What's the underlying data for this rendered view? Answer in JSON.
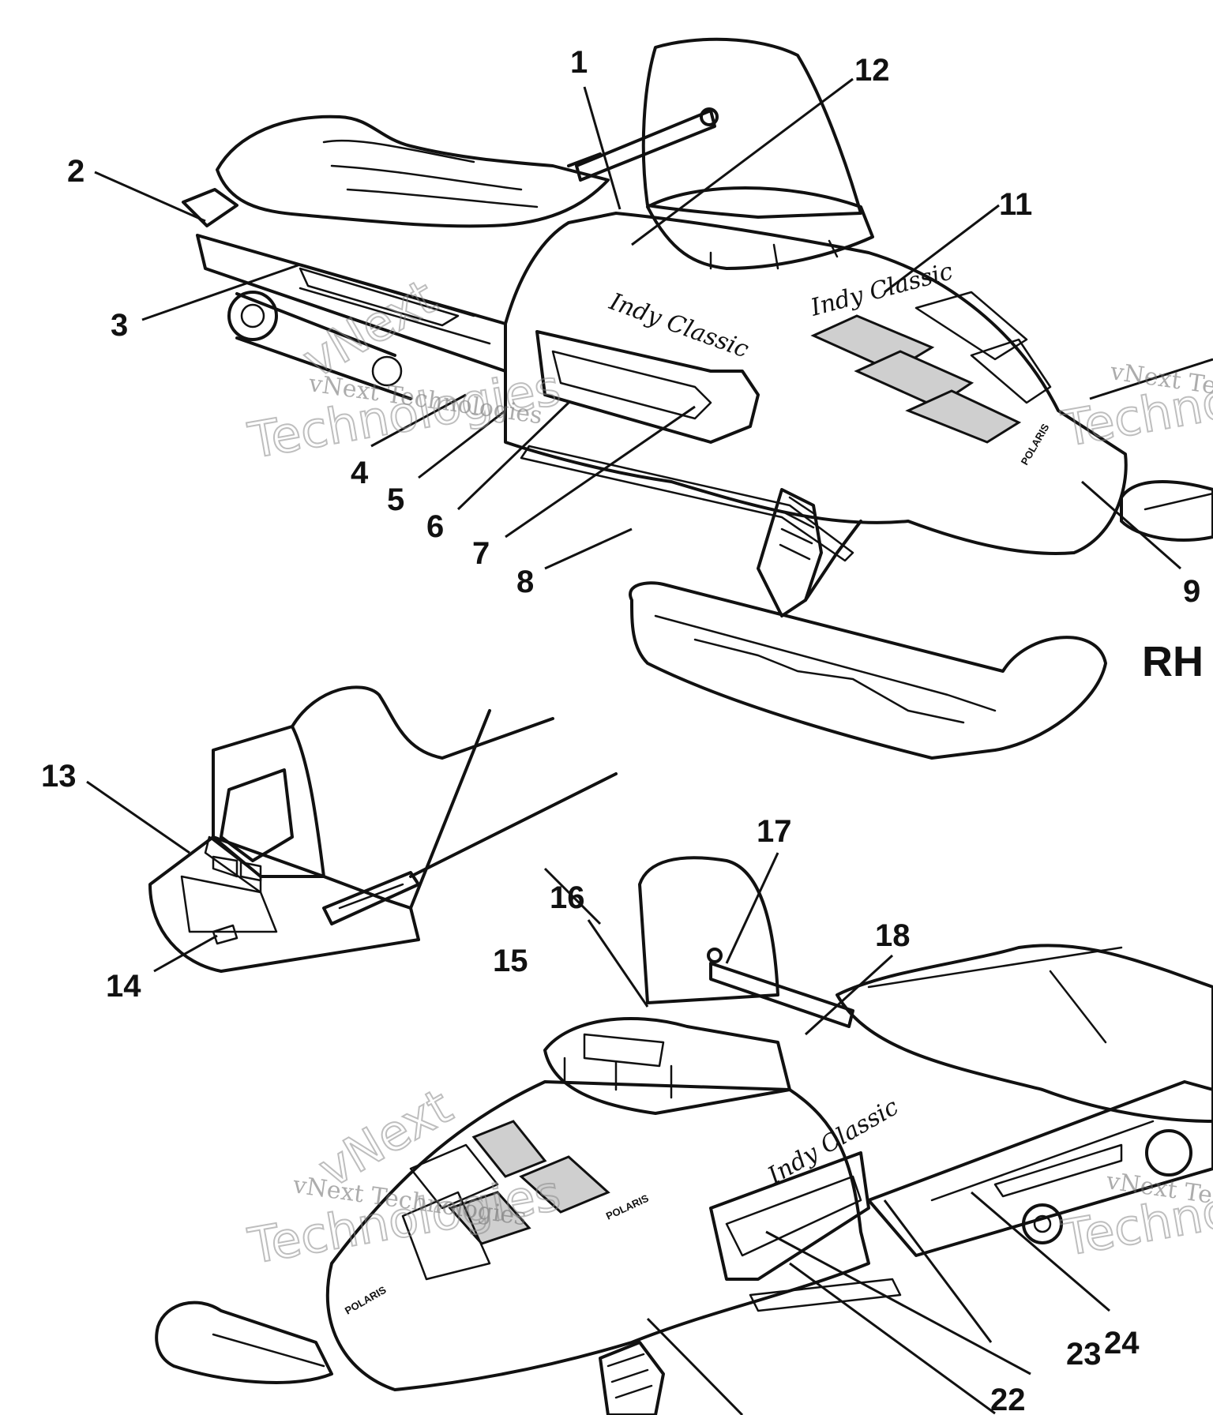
{
  "views": {
    "right_side": "RH"
  },
  "callouts": [
    {
      "id": "c1",
      "label": "1"
    },
    {
      "id": "c2",
      "label": "2"
    },
    {
      "id": "c3",
      "label": "3"
    },
    {
      "id": "c4",
      "label": "4"
    },
    {
      "id": "c5",
      "label": "5"
    },
    {
      "id": "c6",
      "label": "6"
    },
    {
      "id": "c7",
      "label": "7"
    },
    {
      "id": "c8",
      "label": "8"
    },
    {
      "id": "c9",
      "label": "9"
    },
    {
      "id": "c11",
      "label": "11"
    },
    {
      "id": "c12",
      "label": "12"
    },
    {
      "id": "c13",
      "label": "13"
    },
    {
      "id": "c14",
      "label": "14"
    },
    {
      "id": "c15",
      "label": "15"
    },
    {
      "id": "c16",
      "label": "16"
    },
    {
      "id": "c17",
      "label": "17"
    },
    {
      "id": "c18",
      "label": "18"
    },
    {
      "id": "c22",
      "label": "22"
    },
    {
      "id": "c23",
      "label": "23"
    },
    {
      "id": "c24",
      "label": "24"
    }
  ],
  "decals": {
    "model_script": "Indy Classic",
    "hood_script": "Indy Classic",
    "brand": "POLARIS"
  },
  "watermark": {
    "line1": "vNext Technologies",
    "line2_big_a": "vNext",
    "line2_big_b": "Technologies"
  }
}
